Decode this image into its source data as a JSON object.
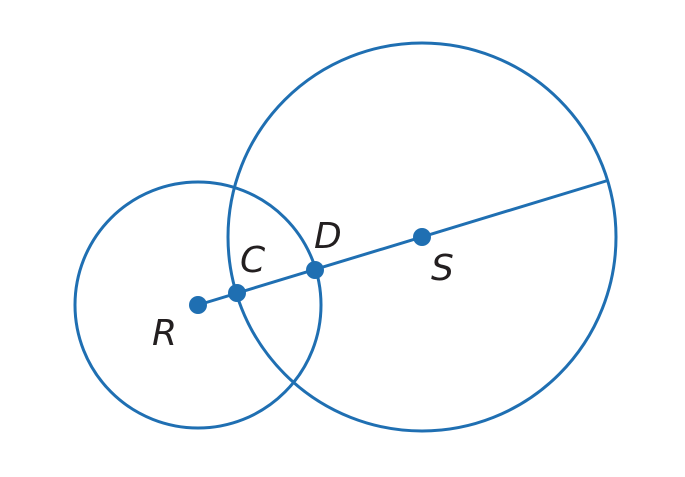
{
  "colors": {
    "stroke": "#1f6fb2",
    "text": "#231f20",
    "background": "#ffffff"
  },
  "figure": {
    "circles": [
      {
        "name": "circle-r"
      },
      {
        "name": "circle-s"
      }
    ],
    "segments": [
      {
        "name": "segment-r-to-edge"
      }
    ],
    "points": [
      {
        "name": "point-r",
        "label": "R"
      },
      {
        "name": "point-c",
        "label": "C"
      },
      {
        "name": "point-d",
        "label": "D"
      },
      {
        "name": "point-s",
        "label": "S"
      }
    ]
  }
}
